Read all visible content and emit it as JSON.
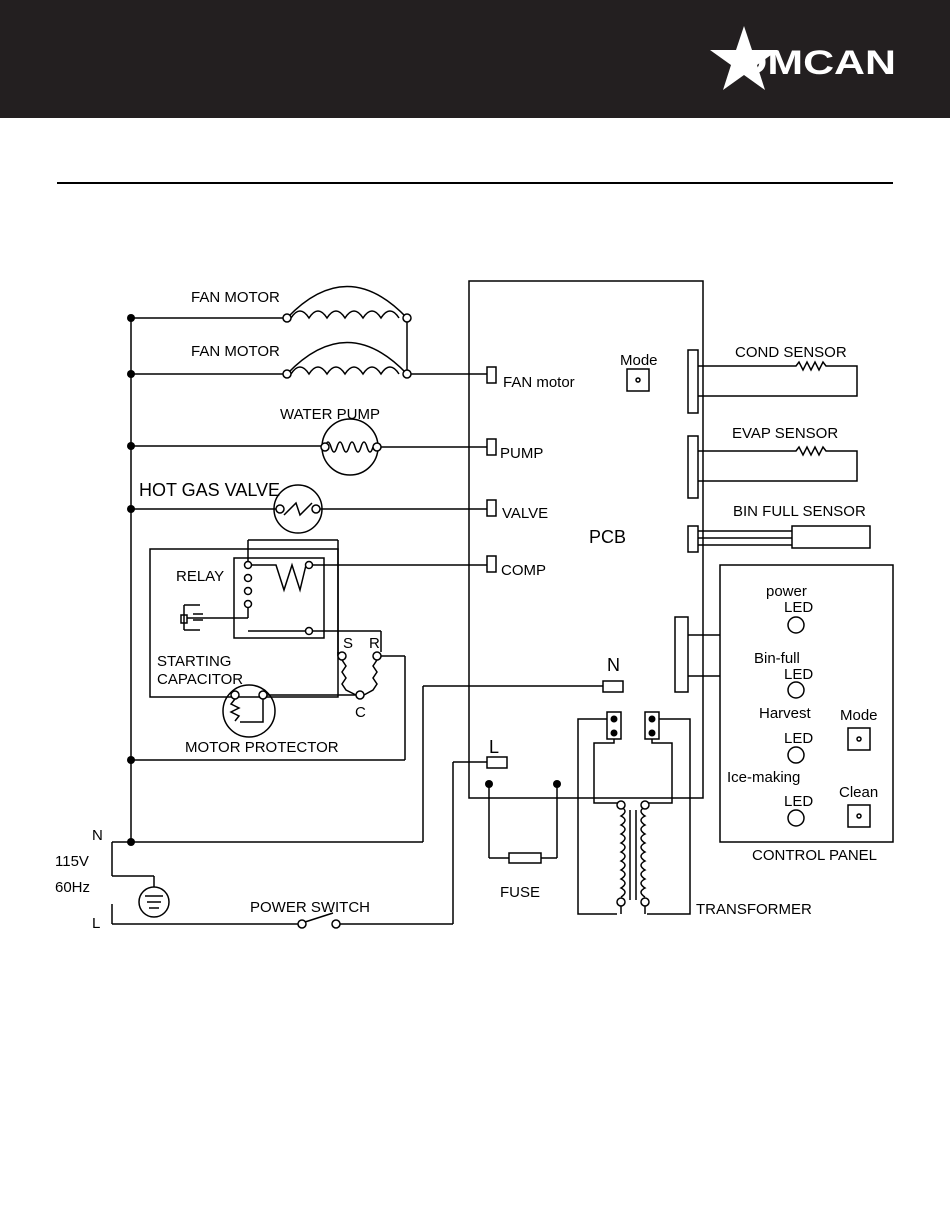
{
  "brand": {
    "logo_text": "OMCAN",
    "header_color": "#231f20"
  },
  "diagram": {
    "fan_motor_1": "FAN MOTOR",
    "fan_motor_2": "FAN MOTOR",
    "water_pump": "WATER PUMP",
    "hot_gas_valve": "HOT GAS VALVE",
    "relay": "RELAY",
    "starting_capacitor_1": "STARTING",
    "starting_capacitor_2": "CAPACITOR",
    "motor_protector": "MOTOR PROTECTOR",
    "terminal_s": "S",
    "terminal_r": "R",
    "terminal_c": "C",
    "power_switch": "POWER SWITCH",
    "supply_n": "N",
    "supply_l": "L",
    "voltage": "115V",
    "frequency": "60Hz",
    "fuse": "FUSE",
    "transformer": "TRANSFORMER",
    "pcb": {
      "title": "PCB",
      "fan_motor": "FAN motor",
      "pump": "PUMP",
      "valve": "VALVE",
      "comp": "COMP",
      "mode": "Mode",
      "n": "N",
      "l": "L"
    },
    "cond_sensor": "COND SENSOR",
    "evap_sensor": "EVAP SENSOR",
    "bin_full_sensor": "BIN FULL SENSOR",
    "control_panel": {
      "title": "CONTROL PANEL",
      "power_1": "power",
      "power_2": "LED",
      "bin_full_1": "Bin-full",
      "bin_full_2": "LED",
      "harvest_1": "Harvest",
      "harvest_2": "LED",
      "ice_making_1": "Ice-making",
      "ice_making_2": "LED",
      "mode": "Mode",
      "clean": "Clean"
    }
  }
}
